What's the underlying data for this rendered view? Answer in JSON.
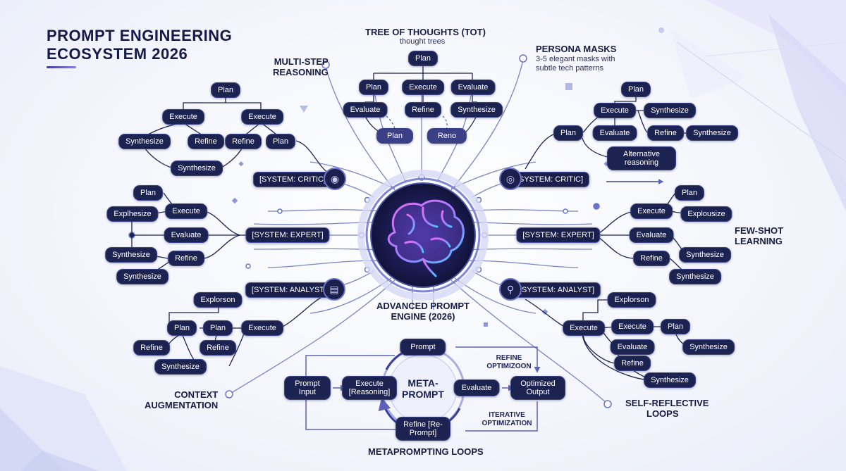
{
  "title_line1": "PROMPT ENGINEERING",
  "title_line2": "ECOSYSTEM 2026",
  "colors": {
    "node": "#1d2350",
    "wire": "#7d84c4",
    "accent": "#8e7df0",
    "ring": "#6b73c9"
  },
  "labels": {
    "tot_title": "TREE OF THOUGHTS (TOT)",
    "tot_sub": "thought trees",
    "multistep_1": "MULTI-STEP",
    "multistep_2": "REASONING",
    "persona_title": "PERSONA MASKS",
    "persona_sub1": "3-5 elegant masks with",
    "persona_sub2": "subtle tech patterns",
    "fewshot_1": "FEW-SHOT",
    "fewshot_2": "LEARNING",
    "context_1": "CONTEXT",
    "context_2": "AUGMENTATION",
    "selfref_1": "SELF-REFLECTIVE",
    "selfref_2": "LOOPS",
    "engine_1": "ADVANCED PROMPT",
    "engine_2": "ENGINE (2026)",
    "meta_loops": "METAPROMPTING LOOPS",
    "meta_1": "META-",
    "meta_2": "PROMPT",
    "refine_opt_1": "REFINE",
    "refine_opt_2": "OPTIMIZOON",
    "iter_opt_1": "ITERATIVE",
    "iter_opt_2": "OPTIMIZATION"
  },
  "system_tags": {
    "critic_left": "[SYSTEM: CRITIC]",
    "critic_right": "[SYSTEM: CRITIC]",
    "expert_left": "[SYSTEM: EXPERT]",
    "expert_right": "[SYSTEM: EXPERT]",
    "analyst_left": "[SYSTEM: ANALYST]",
    "analyst_right": "[SYSTEM: ANALYST]"
  },
  "icons": {
    "critic_left": "person-pin-icon",
    "critic_right": "target-icon",
    "analyst_left": "document-icon",
    "analyst_right": "magnifier-icon",
    "center": "brain-icon"
  },
  "tot": {
    "root": "Plan",
    "l1": [
      "Plan",
      "Execute",
      "Evaluate"
    ],
    "l2": [
      "Evaluate",
      "Refine",
      "Synthesize"
    ],
    "l3": [
      "Plan",
      "Reno"
    ]
  },
  "topleft": {
    "root": "Plan",
    "exec1": "Execute",
    "exec2": "Execute",
    "synth": "Synthesize",
    "refine1": "Refine",
    "refine2": "Refine",
    "plan": "Plan",
    "synth_bottom": "Synthesize"
  },
  "topright": {
    "plan_top": "Plan",
    "execute": "Execute",
    "synth1": "Synthesize",
    "plan_root": "Plan",
    "evaluate": "Evaluate",
    "refine": "Refine",
    "synth2": "Synthesize",
    "alt": "Alternative reasoning"
  },
  "midleft": {
    "plan": "Plan",
    "explh": "Explhesize",
    "execute": "Execute",
    "evaluate": "Evaluate",
    "synth1": "Synthesize",
    "refine": "Refine",
    "synth2": "Synthesize"
  },
  "midright": {
    "plan": "Plan",
    "execute": "Execute",
    "explou": "Explousize",
    "evaluate": "Evaluate",
    "refine": "Refine",
    "synth1": "Synthesize",
    "synth2": "Synthesize"
  },
  "botleft": {
    "explorson": "Explorson",
    "plan1": "Plan",
    "plan2": "Plan",
    "execute": "Execute",
    "refine1": "Refine",
    "refine2": "Refine",
    "synth": "Synthesize"
  },
  "botright": {
    "explorson": "Explorson",
    "execute_root": "Execute",
    "execute": "Execute",
    "plan": "Plan",
    "evaluate": "Evaluate",
    "synth1": "Synthesize",
    "refine": "Refine",
    "synth2": "Synthesize"
  },
  "meta": {
    "prompt": "Prompt",
    "input": "Prompt Input",
    "execute": "Execute [Reasoning]",
    "evaluate": "Evaluate",
    "optimized": "Optimized Output",
    "refine": "Refine [Re-Prompt]"
  }
}
